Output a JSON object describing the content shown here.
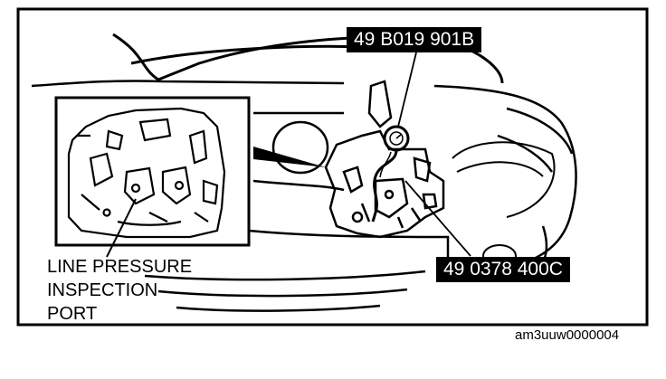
{
  "labels": {
    "tool_top": "49 B019 901B",
    "tool_bottom": "49 0378 400C",
    "port_line1": "LINE PRESSURE",
    "port_line2": "INSPECTION",
    "port_line3": "PORT",
    "figure_code": "am3uuw0000004"
  }
}
